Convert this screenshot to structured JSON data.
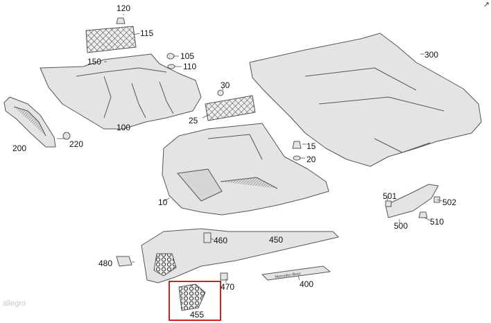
{
  "diagram": {
    "labels": {
      "p120": "120",
      "p115": "115",
      "p150": "150",
      "p105": "105",
      "p110": "110",
      "p300": "300",
      "p30": "30",
      "p25": "25",
      "p100": "100",
      "p200": "200",
      "p220": "220",
      "p15": "15",
      "p20": "20",
      "p10": "10",
      "p501": "501",
      "p502": "502",
      "p500": "500",
      "p510": "510",
      "p460": "460",
      "p450": "450",
      "p480": "480",
      "p470": "470",
      "p400": "400",
      "p455": "455"
    },
    "sill_brand_text": "Mercedes-Benz",
    "highlight_color": "#d42020",
    "line_color": "#555555",
    "fill_color": "#e4e4e4"
  },
  "watermark": "allegro",
  "corner_icon": "share-icon"
}
